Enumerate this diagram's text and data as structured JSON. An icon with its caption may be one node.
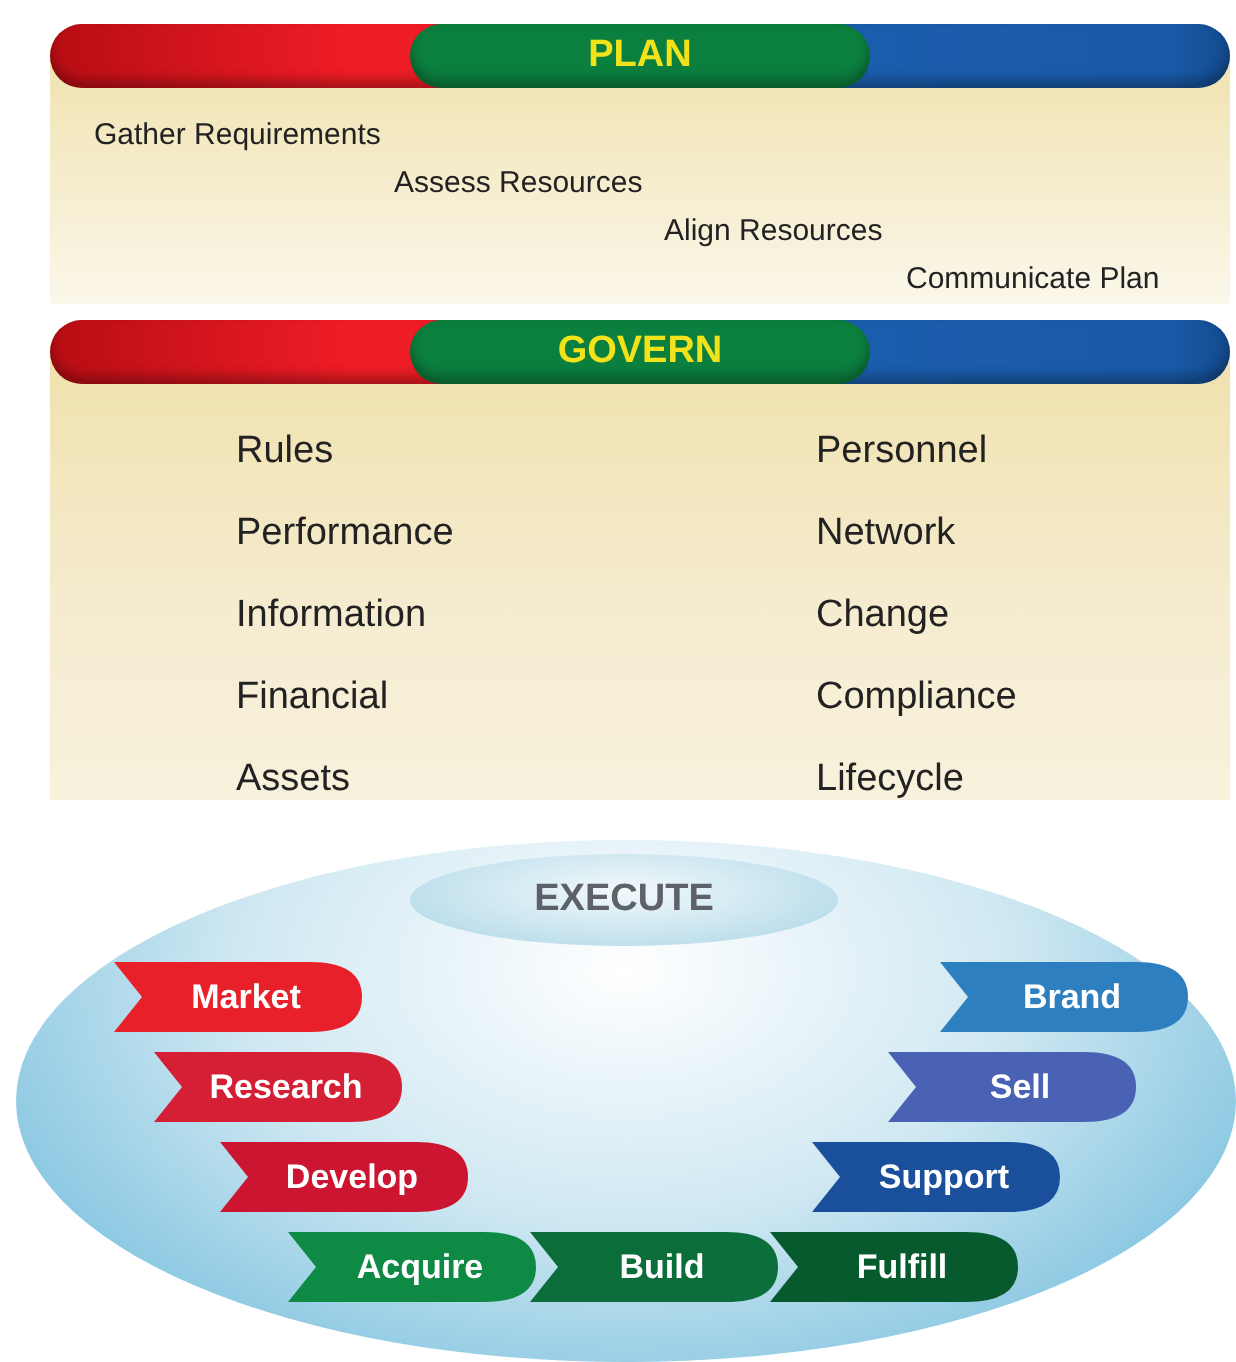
{
  "diagram": {
    "nodes": [
      {
        "text": [
          "PLAN",
          "Gather Requirements",
          "Assess Resources",
          "Align Resources",
          "Communicate Plan"
        ]
      },
      {
        "text": [
          "GOVERN",
          "Rules",
          "Personnel",
          "Performance",
          "Network",
          "Information",
          "Change",
          "Financial",
          "Compliance",
          "Assets",
          "Lifecycle"
        ]
      },
      {
        "text": [],
        "shape": "ellipse"
      },
      {
        "text": [
          "EXECUTE"
        ],
        "in": 2
      },
      {
        "text": [
          "Market"
        ],
        "in": 2
      },
      {
        "text": [
          "Brand"
        ],
        "in": 2
      },
      {
        "text": [
          "Research"
        ],
        "in": 2
      },
      {
        "text": [
          "Sell"
        ],
        "in": 2
      },
      {
        "text": [
          "Develop"
        ],
        "in": 2
      },
      {
        "text": [
          "Support"
        ],
        "in": 2
      },
      {
        "text": [
          "Acquire"
        ],
        "in": 2
      },
      {
        "text": [
          "Build"
        ],
        "in": 2
      },
      {
        "text": [
          "Fulfill"
        ],
        "in": 2
      }
    ]
  }
}
